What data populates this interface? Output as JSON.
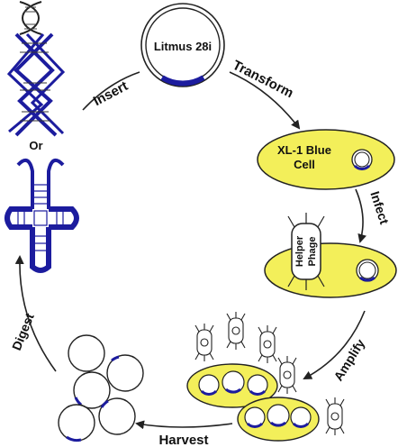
{
  "plasmid_label": "Litmus 28i",
  "cell_label_line1": "XL-1 Blue",
  "cell_label_line2": "Cell",
  "phage_label_line1": "Helper",
  "phage_label_line2": "Phage",
  "steps": {
    "insert": "Insert",
    "transform": "Transform",
    "infect": "Infect",
    "amplify": "Amplify",
    "harvest": "Harvest",
    "digest": "Digest"
  },
  "or_label": "Or",
  "colors": {
    "dna_blue": "#1c1c9e",
    "cell_yellow": "#f3ef5a",
    "cell_stroke": "#222222",
    "line": "#222222"
  }
}
